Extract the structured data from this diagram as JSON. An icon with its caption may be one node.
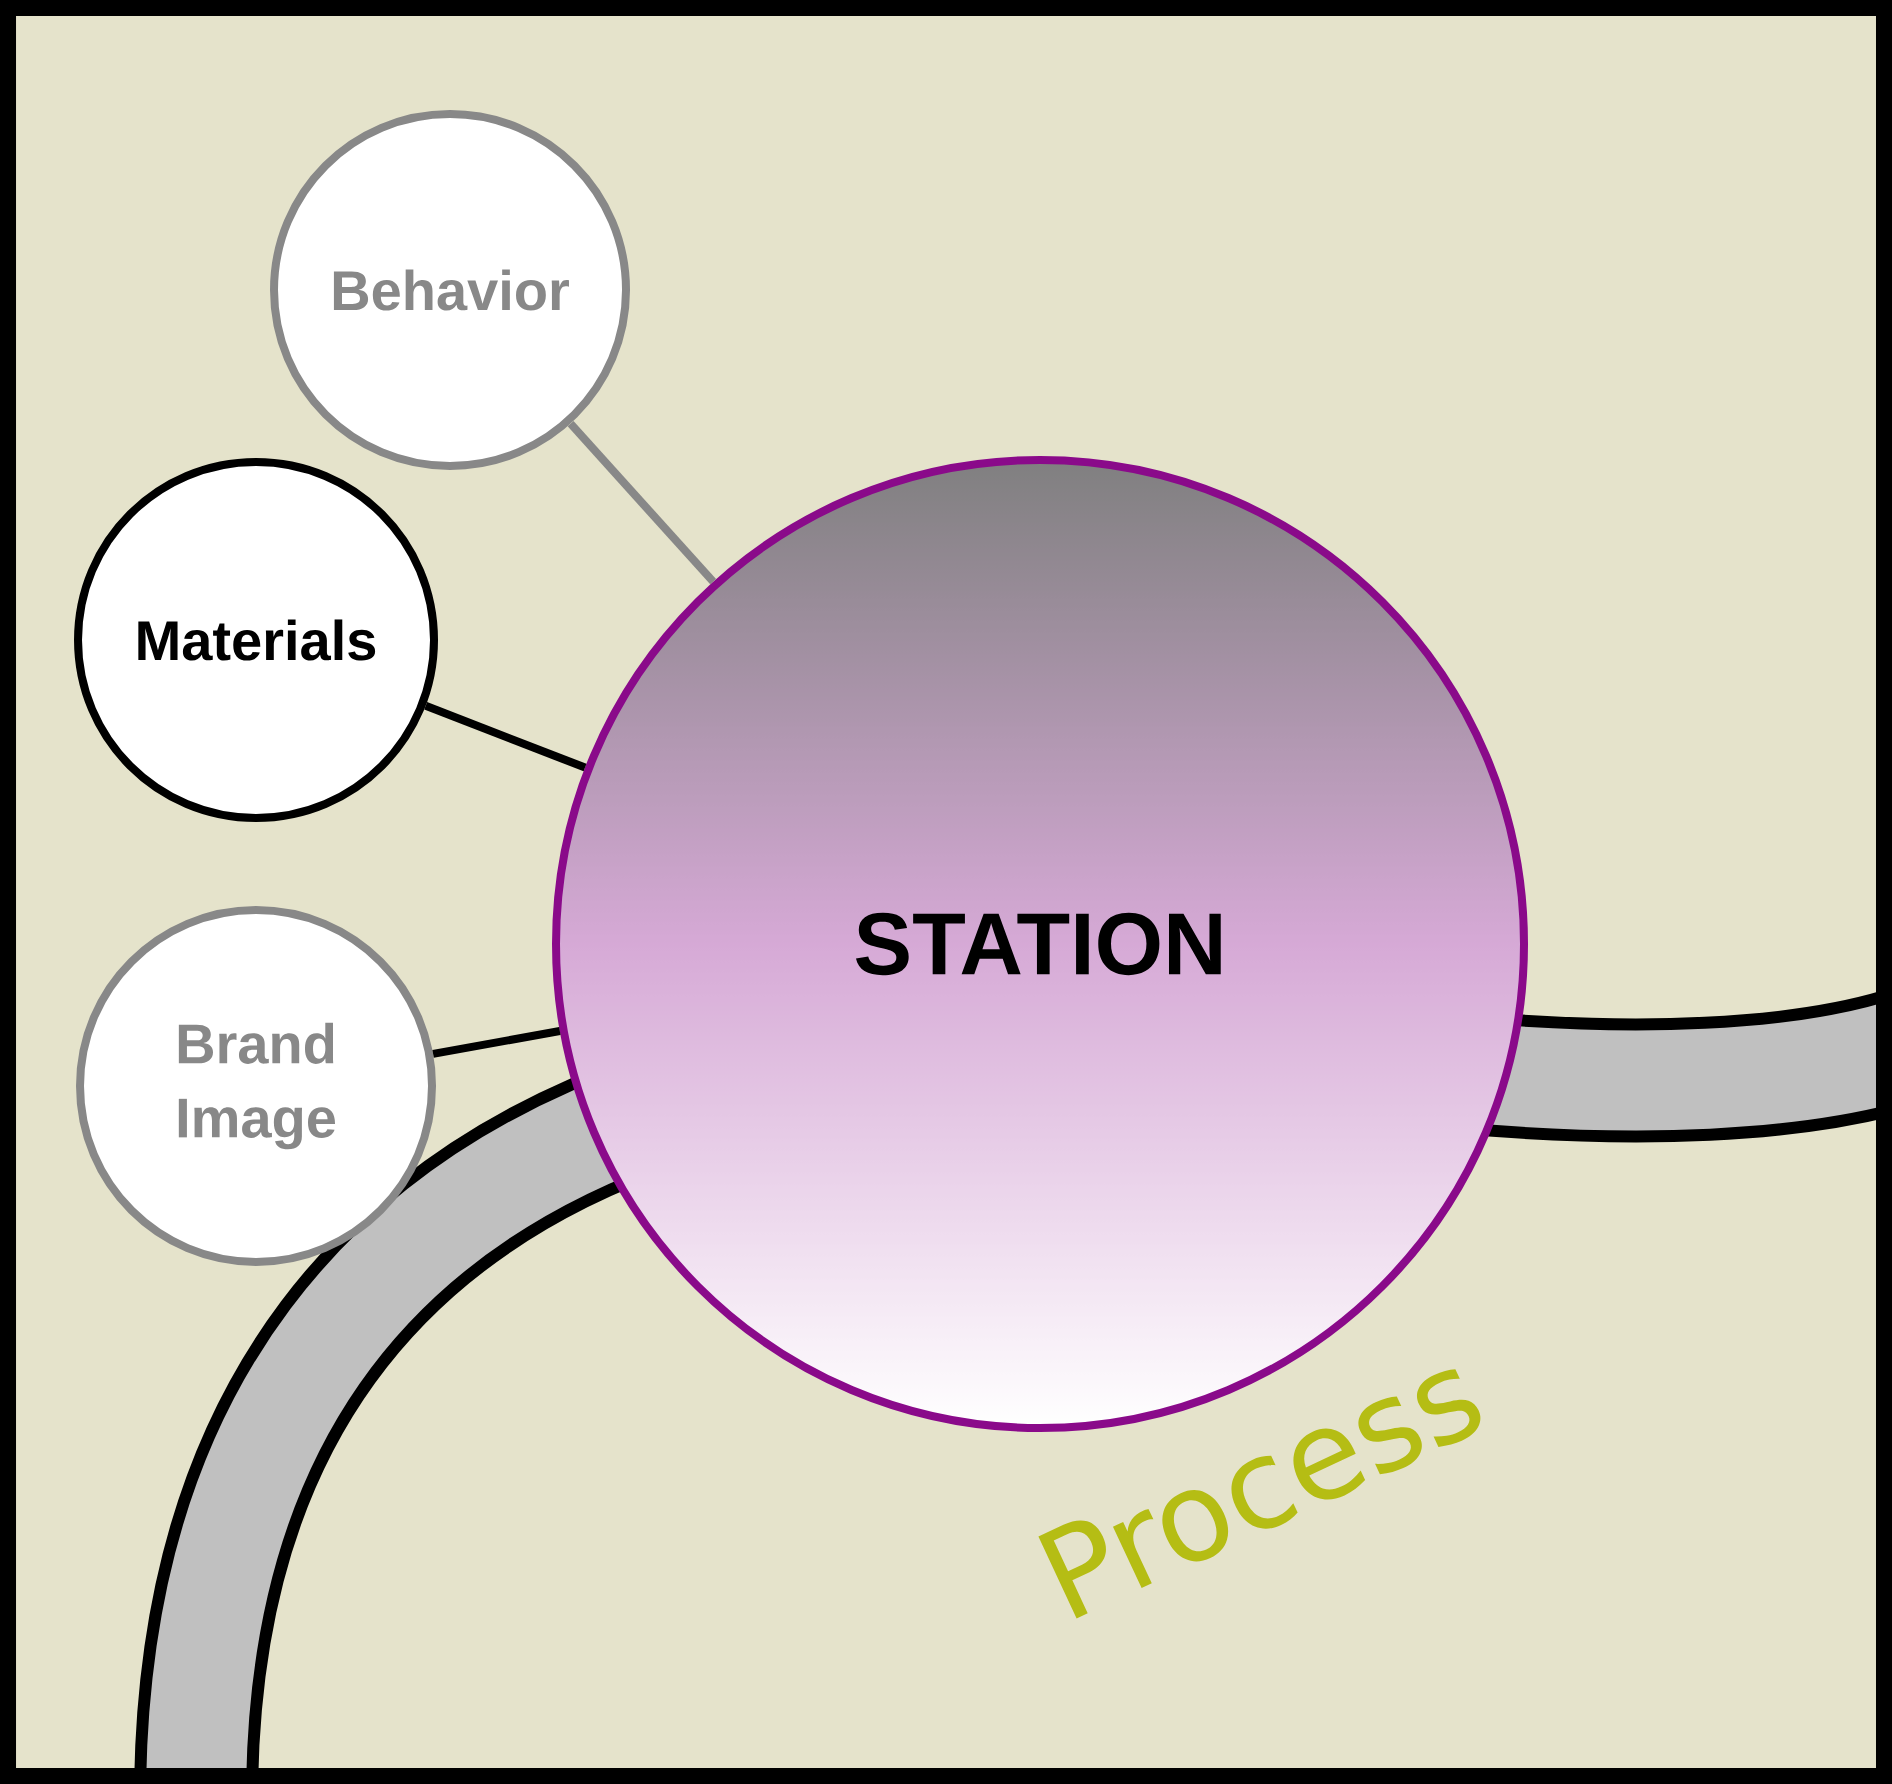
{
  "diagram": {
    "nodes": [
      {
        "text": [
          "STATION"
        ]
      },
      {
        "text": [
          "Behavior"
        ]
      },
      {
        "text": [
          "Materials"
        ]
      },
      {
        "text": [
          "Brand Image"
        ]
      }
    ],
    "edges": [
      {
        "from": 1,
        "to": 0,
        "arrow": "none",
        "color": "#888888"
      },
      {
        "from": 2,
        "to": 0,
        "arrow": "none"
      },
      {
        "from": 3,
        "to": 0,
        "arrow": "none"
      }
    ],
    "labels": [
      "Process"
    ]
  }
}
